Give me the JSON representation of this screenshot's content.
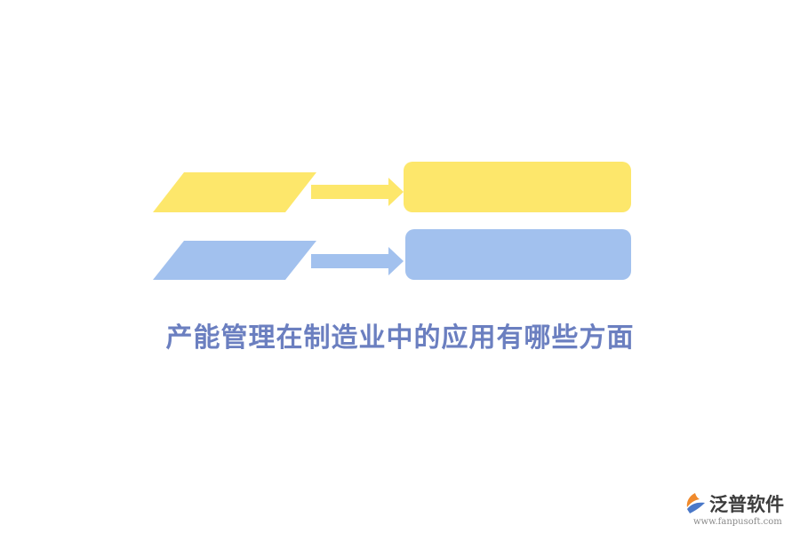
{
  "colors": {
    "yellow": "#fde76b",
    "blue": "#a2c1ee",
    "title": "#6b7fc0",
    "logo_text": "#3c3c3c",
    "logo_url": "#8a8a8a",
    "logo_mark_orange": "#f08a2c",
    "logo_mark_blue": "#4a78c8"
  },
  "title": "产能管理在制造业中的应用有哪些方面",
  "logo": {
    "name": "泛普软件",
    "url": "www.fanpusoft.com",
    "icon": "fanpu-logo-icon"
  }
}
